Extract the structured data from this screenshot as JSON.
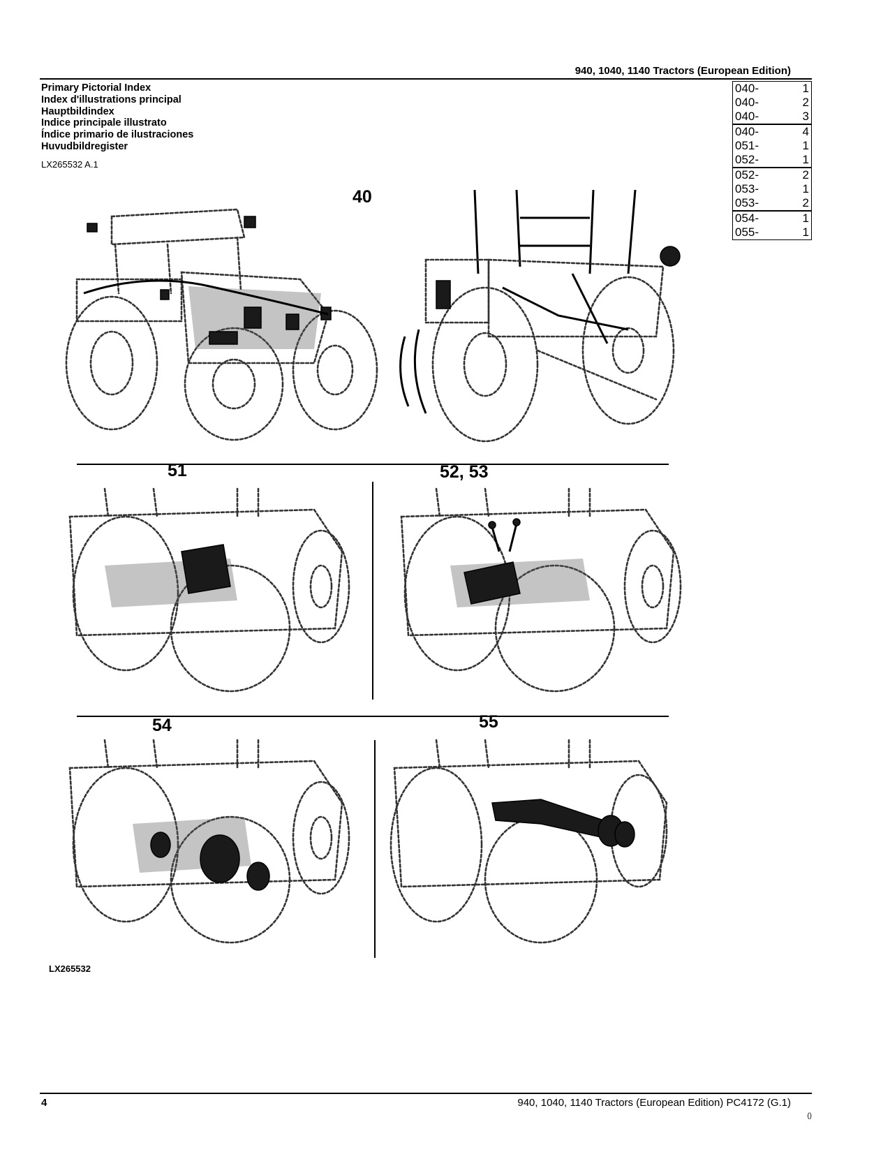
{
  "header": {
    "title": "940, 1040, 1140 Tractors (European Edition)"
  },
  "titles": [
    "Primary Pictorial Index",
    "Index d'illustrations principal",
    "Hauptbildindex",
    "Indice principale illustrato",
    "Índice primario de ilustraciones",
    "Huvudbildregister"
  ],
  "figure_code": "LX265532 A.1",
  "index_groups": [
    [
      {
        "code": "040-",
        "page": "1"
      },
      {
        "code": "040-",
        "page": "2"
      },
      {
        "code": "040-",
        "page": "3"
      }
    ],
    [
      {
        "code": "040-",
        "page": "4"
      },
      {
        "code": "051-",
        "page": "1"
      },
      {
        "code": "052-",
        "page": "1"
      }
    ],
    [
      {
        "code": "052-",
        "page": "2"
      },
      {
        "code": "053-",
        "page": "1"
      },
      {
        "code": "053-",
        "page": "2"
      }
    ],
    [
      {
        "code": "054-",
        "page": "1"
      },
      {
        "code": "055-",
        "page": "1"
      }
    ]
  ],
  "callouts": {
    "c40": "40",
    "c51": "51",
    "c5253": "52, 53",
    "c54": "54",
    "c55": "55"
  },
  "figure_ref": "LX265532",
  "footer": {
    "page_number": "4",
    "text": "940, 1040, 1140 Tractors (European Edition)   PC4172   (G.1)",
    "revision": "()"
  }
}
